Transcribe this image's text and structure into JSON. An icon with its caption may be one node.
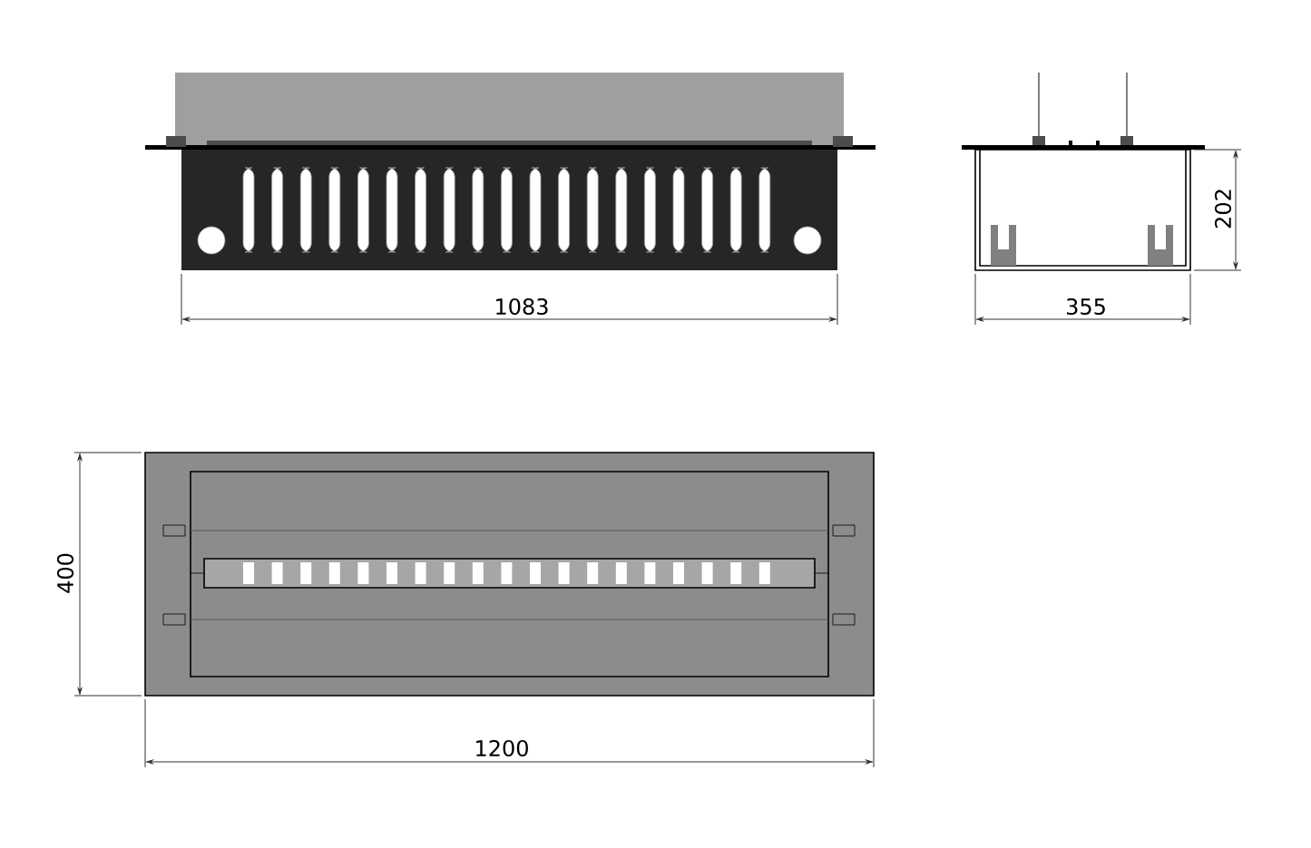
{
  "diagram": {
    "labels": [
      "1083",
      "202",
      "355",
      "400",
      "1200"
    ]
  }
}
